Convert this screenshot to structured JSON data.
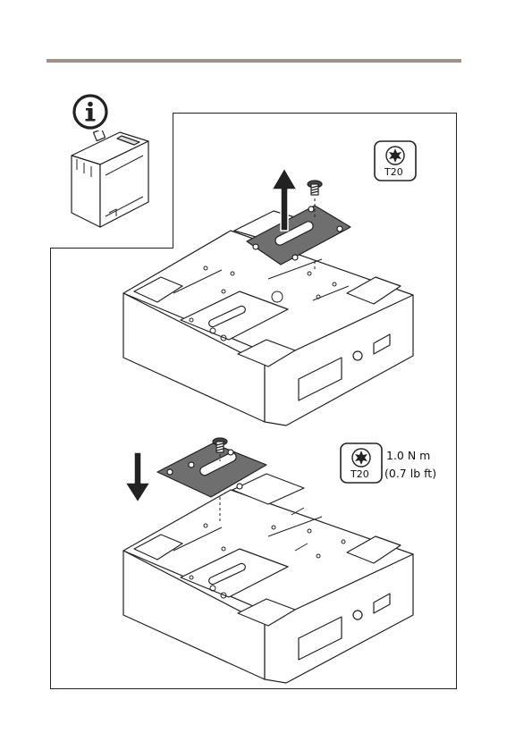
{
  "tool_top": {
    "label": "T20"
  },
  "tool_bottom": {
    "label": "T20",
    "torque_line1": "1.0 N m",
    "torque_line2": "(0.7 lb ft)"
  },
  "colors": {
    "rule": "#a09187",
    "plate": "#6f6f6f",
    "line": "#222222"
  },
  "icons": {
    "info": "info-icon",
    "torx": "torx-bit-icon",
    "arrow_up": "arrow-up-icon",
    "arrow_down": "arrow-down-icon"
  }
}
